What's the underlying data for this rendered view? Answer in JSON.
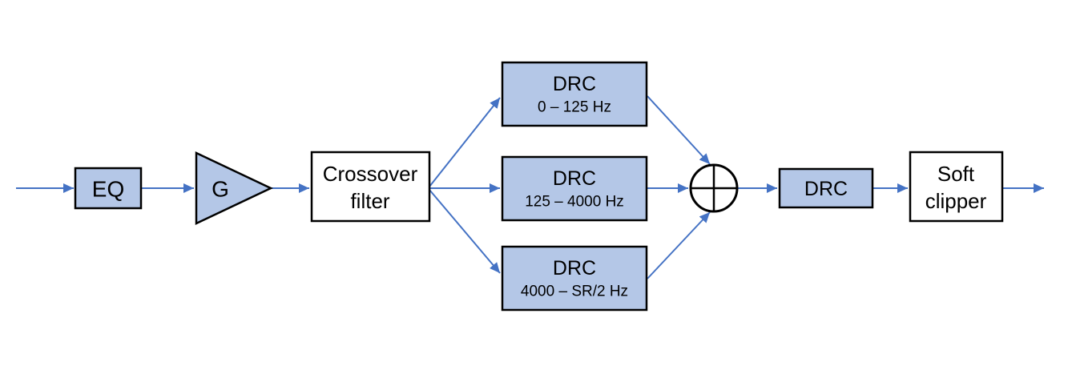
{
  "diagram": {
    "type": "signal-flow-block-diagram",
    "nodes": {
      "eq": {
        "label": "EQ"
      },
      "gain": {
        "label": "G"
      },
      "crossover": {
        "line1": "Crossover",
        "line2": "filter"
      },
      "drc_low": {
        "title": "DRC",
        "subtitle": "0 – 125 Hz"
      },
      "drc_mid": {
        "title": "DRC",
        "subtitle": "125 – 4000 Hz"
      },
      "drc_high": {
        "title": "DRC",
        "subtitle": "4000 – SR/2 Hz"
      },
      "sum": {
        "icon": "circle-plus-sum-junction"
      },
      "drc_post": {
        "label": "DRC"
      },
      "soft_clipper": {
        "line1": "Soft",
        "line2": "clipper"
      }
    },
    "edges": [
      {
        "from": "input",
        "to": "eq"
      },
      {
        "from": "eq",
        "to": "gain"
      },
      {
        "from": "gain",
        "to": "crossover"
      },
      {
        "from": "crossover",
        "to": "drc_low"
      },
      {
        "from": "crossover",
        "to": "drc_mid"
      },
      {
        "from": "crossover",
        "to": "drc_high"
      },
      {
        "from": "drc_low",
        "to": "sum"
      },
      {
        "from": "drc_mid",
        "to": "sum"
      },
      {
        "from": "drc_high",
        "to": "sum"
      },
      {
        "from": "sum",
        "to": "drc_post"
      },
      {
        "from": "drc_post",
        "to": "soft_clipper"
      },
      {
        "from": "soft_clipper",
        "to": "output"
      }
    ],
    "colors": {
      "node_fill": "#b4c7e7",
      "node_stroke": "#000000",
      "arrow": "#4472c4",
      "background": "#ffffff",
      "text": "#000000"
    }
  }
}
